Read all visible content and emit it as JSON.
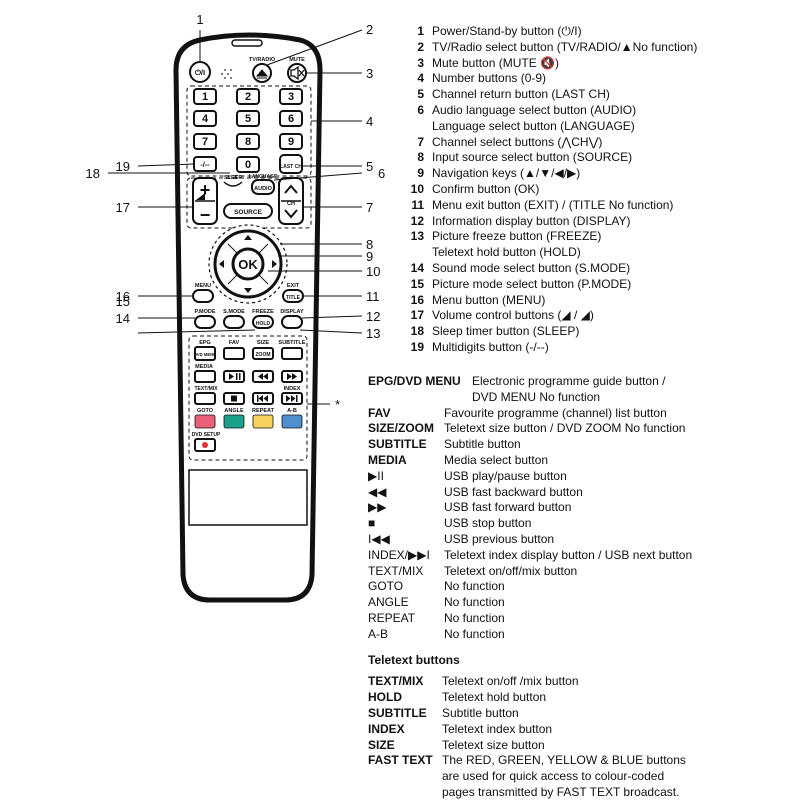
{
  "remote": {
    "labels": {
      "power": "⏻/I",
      "tv_radio": "TV/RADIO",
      "mute": "MUTE",
      "numbers": [
        "1",
        "2",
        "3",
        "4",
        "5",
        "6",
        "7",
        "8",
        "9",
        "0"
      ],
      "multidigit": "-/--",
      "last_ch": "LAST CH",
      "sleep": "SLEEP",
      "language": "LANGUAGE",
      "audio": "AUDIO",
      "source": "SOURCE",
      "ch": "CH",
      "ok": "OK",
      "menu": "MENU",
      "exit": "EXIT",
      "title": "TITLE",
      "pmode": "P.MODE",
      "smode": "S.MODE",
      "freeze": "FREEZE",
      "hold": "HOLD",
      "display": "DISPLAY",
      "epg": "EPG",
      "dvd_menu": "DVD MENU",
      "fav": "FAV",
      "size": "SIZE",
      "zoom": "ZOOM",
      "subtitle": "SUBTITLE",
      "media": "MEDIA",
      "text_mix": "TEXT/MIX",
      "index": "INDEX",
      "goto": "GOTO",
      "angle": "ANGLE",
      "repeat": "REPEAT",
      "ab": "A-B",
      "dvd_setup": "DVD SETUP"
    },
    "callouts": {
      "c1": "1",
      "c2": "2",
      "c3": "3",
      "c4": "4",
      "c5": "5",
      "c6": "6",
      "c7": "7",
      "c8": "8",
      "c9": "9",
      "c10": "10",
      "c11": "11",
      "c12": "12",
      "c13": "13",
      "c14": "14",
      "c15": "15",
      "c16": "16",
      "c17": "17",
      "c18": "18",
      "c19": "19",
      "star": "*"
    },
    "colors": {
      "red": "#e8607a",
      "green": "#1aa18c",
      "yellow": "#f6d260",
      "blue": "#4f8fd0"
    }
  },
  "legend": [
    {
      "num": "1",
      "text": "Power/Stand-by button (⏻/I)"
    },
    {
      "num": "2",
      "text": "TV/Radio select button (TV/RADIO/▲No function)"
    },
    {
      "num": "3",
      "text": "Mute button (MUTE 🔇)"
    },
    {
      "num": "4",
      "text": "Number buttons (0-9)"
    },
    {
      "num": "5",
      "text": "Channel return button (LAST CH)"
    },
    {
      "num": "6",
      "text": "Audio language select button (AUDIO)",
      "cont": "Language select button (LANGUAGE)"
    },
    {
      "num": "7",
      "text": "Channel select buttons (⋀CH⋁)"
    },
    {
      "num": "8",
      "text": "Input source select button (SOURCE)"
    },
    {
      "num": "9",
      "text": "Navigation keys (▲/▼/◀/▶)"
    },
    {
      "num": "10",
      "text": "Confirm button (OK)"
    },
    {
      "num": "11",
      "text": "Menu exit button (EXIT) / (TITLE No function)"
    },
    {
      "num": "12",
      "text": "Information display button (DISPLAY)"
    },
    {
      "num": "13",
      "text": "Picture freeze button (FREEZE)",
      "cont": "Teletext hold button (HOLD)"
    },
    {
      "num": "14",
      "text": "Sound mode select button (S.MODE)"
    },
    {
      "num": "15",
      "text": "Picture mode select button (P.MODE)"
    },
    {
      "num": "16",
      "text": "Menu button (MENU)"
    },
    {
      "num": "17",
      "text": "Volume control buttons (◢ / ◢)"
    },
    {
      "num": "18",
      "text": "Sleep timer button (SLEEP)"
    },
    {
      "num": "19",
      "text": "Multidigits button (-/--)"
    }
  ],
  "glossary": [
    {
      "key": "EPG/DVD MENU",
      "text": "Electronic programme guide button /",
      "cont": "DVD MENU No function",
      "bold": true
    },
    {
      "key": "FAV",
      "text": "Favourite programme (channel) list button",
      "bold": true
    },
    {
      "key": "SIZE/ZOOM",
      "text": "Teletext size button / DVD ZOOM No function",
      "bold": true
    },
    {
      "key": "SUBTITLE",
      "text": "Subtitle button",
      "bold": true
    },
    {
      "key": "MEDIA",
      "text": "Media select button",
      "bold": true
    },
    {
      "key": "▶II",
      "text": "USB play/pause button",
      "bold": false
    },
    {
      "key": "◀◀",
      "text": "USB fast backward button",
      "bold": false
    },
    {
      "key": "▶▶",
      "text": "USB fast forward button",
      "bold": false
    },
    {
      "key": "■",
      "text": "USB stop button",
      "bold": false
    },
    {
      "key": "I◀◀",
      "text": "USB previous button",
      "bold": false
    },
    {
      "key": "INDEX/▶▶I",
      "text": "Teletext index display button / USB next button",
      "bold": false
    },
    {
      "key": "TEXT/MIX",
      "text": "Teletext on/off/mix button",
      "bold": false
    },
    {
      "key": "GOTO",
      "text": "No function",
      "bold": false
    },
    {
      "key": "ANGLE",
      "text": "No function",
      "bold": false
    },
    {
      "key": "REPEAT",
      "text": "No function",
      "bold": false
    },
    {
      "key": "A-B",
      "text": "No function",
      "bold": false
    }
  ],
  "teletext": {
    "heading": "Teletext buttons",
    "rows": [
      {
        "key": "TEXT/MIX",
        "text": "Teletext on/off /mix button"
      },
      {
        "key": "HOLD",
        "text": "Teletext hold button"
      },
      {
        "key": "SUBTITLE",
        "text": "Subtitle button"
      },
      {
        "key": "INDEX",
        "text": "Teletext index button"
      },
      {
        "key": "SIZE",
        "text": "Teletext size button"
      },
      {
        "key": "FAST TEXT",
        "text": "The RED, GREEN, YELLOW & BLUE buttons",
        "cont": [
          "are used for quick access to colour-coded",
          "pages transmitted by FAST TEXT broadcast."
        ]
      }
    ]
  }
}
